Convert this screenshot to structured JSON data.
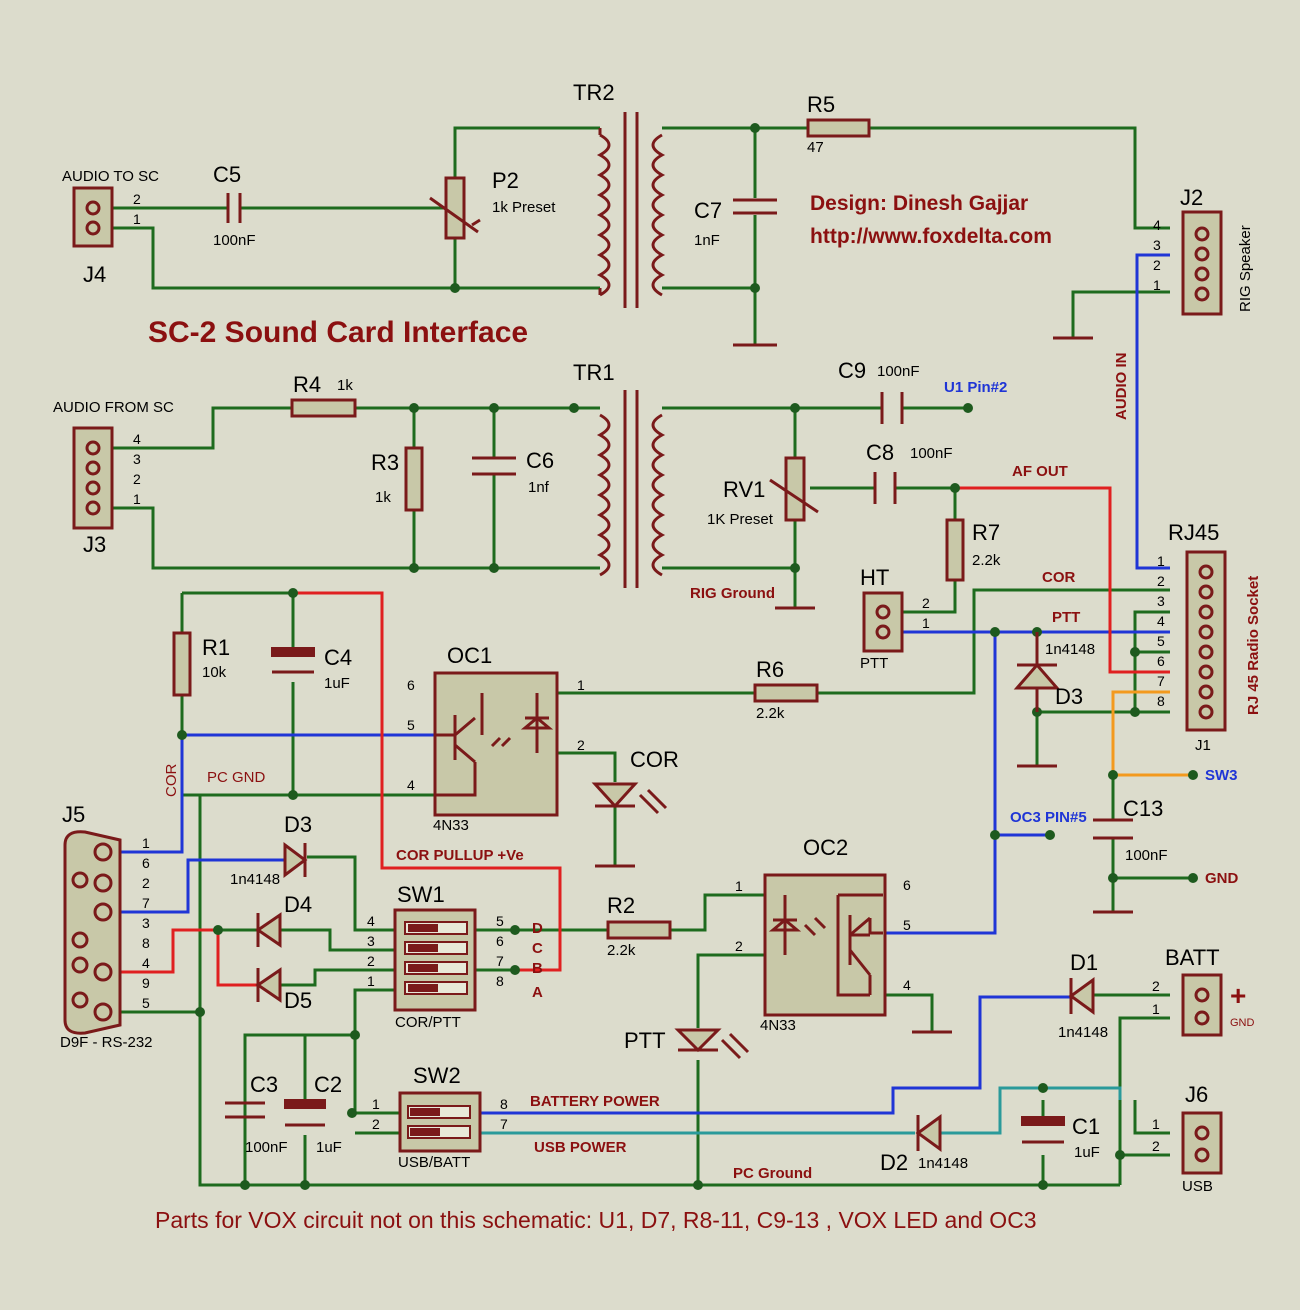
{
  "title": "SC-2   Sound Card Interface",
  "credit": {
    "design": "Design: Dinesh Gajjar",
    "url": "http://www.foxdelta.com"
  },
  "footer": "Parts for VOX circuit not on this schematic: U1, D7, R8-11, C9-13 , VOX LED and OC3",
  "components": {
    "tr2": "TR2",
    "tr1": "TR1",
    "r5": {
      "ref": "R5",
      "val": "47"
    },
    "c5": {
      "ref": "C5",
      "val": "100nF"
    },
    "p2": {
      "ref": "P2",
      "val": "1k Preset"
    },
    "c7": {
      "ref": "C7",
      "val": "1nF"
    },
    "j4": {
      "ref": "J4",
      "label": "AUDIO TO SC",
      "pins": [
        "2",
        "1"
      ]
    },
    "j2": {
      "ref": "J2",
      "label": "RIG Speaker",
      "pins": [
        "4",
        "3",
        "2",
        "1"
      ]
    },
    "j3": {
      "ref": "J3",
      "label": "AUDIO FROM SC",
      "pins": [
        "4",
        "3",
        "2",
        "1"
      ]
    },
    "r4": {
      "ref": "R4",
      "val": "1k"
    },
    "r3": {
      "ref": "R3",
      "val": "1k"
    },
    "c6": {
      "ref": "C6",
      "val": "1nf"
    },
    "c9": {
      "ref": "C9",
      "val": "100nF"
    },
    "c8": {
      "ref": "C8",
      "val": "100nF"
    },
    "rv1": {
      "ref": "RV1",
      "val": "1K Preset"
    },
    "r7": {
      "ref": "R7",
      "val": "2.2k"
    },
    "ht": {
      "ref": "HT",
      "label": "PTT",
      "pins": [
        "2",
        "1"
      ]
    },
    "rj45": {
      "ref": "RJ45",
      "sub": "J1",
      "label": "RJ 45 Radio Socket",
      "pins": [
        "1",
        "2",
        "3",
        "4",
        "5",
        "6",
        "7",
        "8"
      ]
    },
    "d3b": {
      "ref": "D3",
      "val": "1n4148"
    },
    "r1": {
      "ref": "R1",
      "val": "10k"
    },
    "c4": {
      "ref": "C4",
      "val": "1uF"
    },
    "oc1": {
      "ref": "OC1",
      "val": "4N33",
      "pins": [
        "6",
        "5",
        "4",
        "1",
        "2"
      ]
    },
    "r6": {
      "ref": "R6",
      "val": "2.2k"
    },
    "led_cor": "COR",
    "j5": {
      "ref": "J5",
      "val": "D9F - RS-232",
      "pins": [
        "1",
        "6",
        "2",
        "7",
        "3",
        "8",
        "4",
        "9",
        "5"
      ]
    },
    "d3": {
      "ref": "D3",
      "val": "1n4148"
    },
    "d4": "D4",
    "d5": "D5",
    "sw1": {
      "ref": "SW1",
      "val": "COR/PTT",
      "lpins": [
        "4",
        "3",
        "2",
        "1"
      ],
      "rpins": [
        "5",
        "6",
        "7",
        "8"
      ],
      "letters": [
        "D",
        "C",
        "B",
        "A"
      ]
    },
    "r2": {
      "ref": "R2",
      "val": "2.2k"
    },
    "oc2": {
      "ref": "OC2",
      "val": "4N33",
      "pins": [
        "1",
        "2",
        "6",
        "5",
        "4"
      ]
    },
    "led_ptt": "PTT",
    "c13": {
      "ref": "C13",
      "val": "100nF"
    },
    "d1": {
      "ref": "D1",
      "val": "1n4148"
    },
    "batt": {
      "ref": "BATT",
      "pins": [
        "2",
        "1"
      ],
      "plus": "+",
      "gnd": "GND"
    },
    "c3": {
      "ref": "C3",
      "val": "100nF"
    },
    "c2": {
      "ref": "C2",
      "val": "1uF"
    },
    "sw2": {
      "ref": "SW2",
      "val": "USB/BATT",
      "lpins": [
        "1",
        "2"
      ],
      "rpins": [
        "8",
        "7"
      ]
    },
    "d2": {
      "ref": "D2",
      "val": "1n4148"
    },
    "c1": {
      "ref": "C1",
      "val": "1uF"
    },
    "j6": {
      "ref": "J6",
      "val": "USB",
      "pins": [
        "1",
        "2"
      ]
    }
  },
  "nets": {
    "u1pin2": "U1 Pin#2",
    "af_out": "AF OUT",
    "audio_in": "AUDIO IN",
    "rig_ground": "RIG Ground",
    "cor": "COR",
    "ptt": "PTT",
    "pc_gnd": "PC GND",
    "cor_side": "COR",
    "cor_pullup": "COR PULLUP +Ve",
    "oc3pin5": "OC3 PIN#5",
    "sw3": "SW3",
    "gnd": "GND",
    "battery_power": "BATTERY POWER",
    "usb_power": "USB POWER",
    "pc_ground": "PC Ground"
  },
  "colors": {
    "wire": "#1e6b1e",
    "signal_blue": "#1f35d6",
    "supply_red": "#e02020",
    "aux_orange": "#f39a1e",
    "usb_teal": "#2a9a9a",
    "component": "#7a1a1a",
    "background": "#dcdccc"
  }
}
